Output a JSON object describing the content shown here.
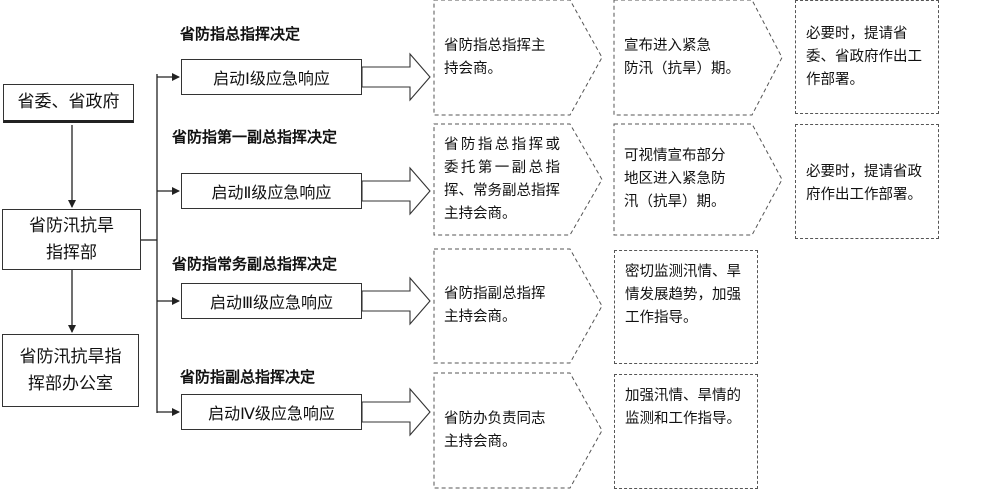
{
  "nodes": {
    "province": "省委、省政府",
    "hq_lines": [
      "省防汛抗旱",
      "指挥部"
    ],
    "office_lines": [
      "省防汛抗旱指",
      "挥部办公室"
    ]
  },
  "rows": [
    {
      "decision": "省防指总指挥决定",
      "level": "启动Ⅰ级应急响应",
      "host_lines": [
        "省防指总指挥主",
        "持会商。"
      ],
      "declare_lines": [
        "宣布进入紧急",
        "防汛（抗旱）期。"
      ],
      "action_lines": [
        "必要时，提请省",
        "委、省政府作出工",
        "作部署。"
      ]
    },
    {
      "decision": "省防指第一副总指挥决定",
      "level": "启动Ⅱ级应急响应",
      "host_lines": [
        "省防指总指挥或",
        "委托第一副总指",
        "挥、常务副总指挥",
        "主持会商。"
      ],
      "declare_lines": [
        "可视情宣布部分",
        "地区进入紧急防",
        "汛（抗旱）期。"
      ],
      "action_lines": [
        "必要时，提请省政",
        "府作出工作部署。"
      ]
    },
    {
      "decision": "省防指常务副总指挥决定",
      "level": "启动Ⅲ级应急响应",
      "host_lines": [
        "省防指副总指挥",
        "主持会商。"
      ],
      "declare_lines": [
        "密切监测汛情、旱",
        "情发展趋势，加强",
        "工作指导。"
      ]
    },
    {
      "decision": "省防指副总指挥决定",
      "level": "启动Ⅳ级应急响应",
      "host_lines": [
        "省防办负责同志",
        "主持会商。"
      ],
      "declare_lines": [
        "加强汛情、旱情的",
        "监测和工作指导。"
      ]
    }
  ]
}
